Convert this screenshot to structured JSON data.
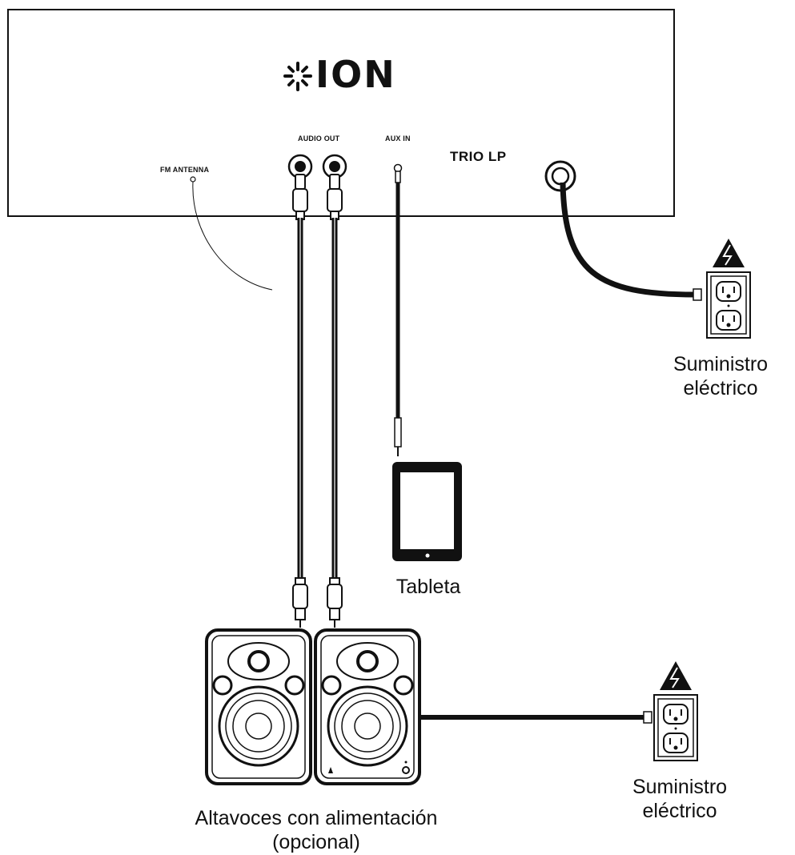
{
  "device": {
    "brand": "ION",
    "model": "TRIO LP",
    "audio_out_label": "AUDIO OUT",
    "aux_in_label": "AUX IN",
    "fm_antenna_label": "FM ANTENNA"
  },
  "tablet": {
    "label": "Tableta"
  },
  "speakers": {
    "label_line1": "Altavoces con alimentación",
    "label_line2": "(opcional)"
  },
  "outlet_top": {
    "label_line1": "Suministro",
    "label_line2": "eléctrico"
  },
  "outlet_bottom": {
    "label_line1": "Suministro",
    "label_line2": "eléctrico"
  },
  "icons": [
    "ion-logo-icon",
    "rca-jack-icon",
    "aux-jack-icon",
    "power-socket-icon",
    "wall-outlet-icon",
    "high-voltage-warning-icon",
    "tablet-icon",
    "speaker-icon"
  ]
}
